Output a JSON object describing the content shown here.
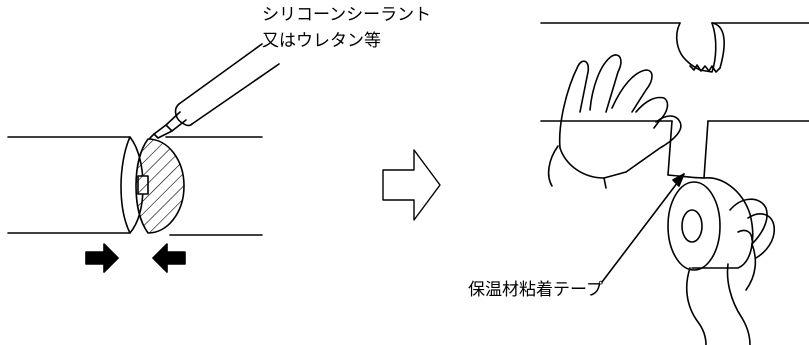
{
  "labels": {
    "sealant_line1": "シリコーンシーラント",
    "sealant_line2": "又はウレタン等",
    "tape": "保温材粘着テープ"
  },
  "icons": {
    "sealant-gun": "sealant-nozzle-icon",
    "press-right": "arrow-right-icon",
    "press-left": "arrow-left-icon",
    "next-step": "hollow-arrow-right-icon",
    "hand": "hand-icon",
    "tape-roll": "tape-roll-icon"
  },
  "colors": {
    "stroke": "#000000",
    "background": "#ffffff"
  }
}
